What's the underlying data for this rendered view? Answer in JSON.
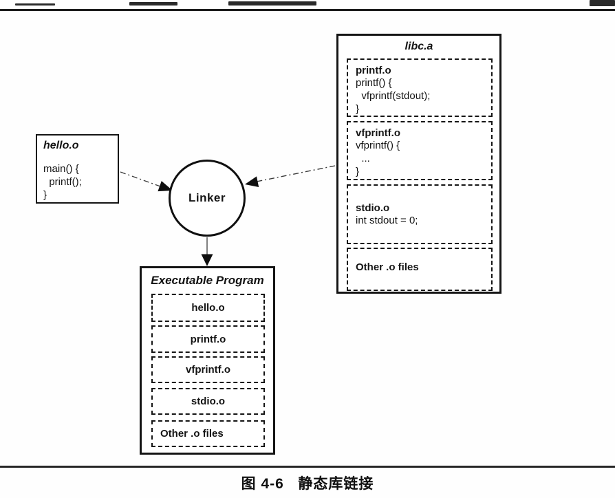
{
  "figure": {
    "caption": "图 4-6   静态库链接"
  },
  "linker": {
    "label": "Linker"
  },
  "hello_box": {
    "title": "hello.o",
    "code": [
      "main() {",
      "  printf();",
      "}"
    ]
  },
  "libc_box": {
    "title": "libc.a",
    "modules": [
      {
        "title": "printf.o",
        "code": [
          "printf() {",
          "  vfprintf(stdout);",
          "}"
        ]
      },
      {
        "title": "vfprintf.o",
        "code": [
          "vfprintf() {",
          "  ...",
          "}"
        ]
      },
      {
        "title": "stdio.o",
        "code": [
          "int stdout = 0;"
        ]
      },
      {
        "title": "Other .o files",
        "code": []
      }
    ]
  },
  "exec_box": {
    "title": "Executable Program",
    "items": [
      "hello.o",
      "printf.o",
      "vfprintf.o",
      "stdio.o",
      "Other .o files"
    ]
  }
}
